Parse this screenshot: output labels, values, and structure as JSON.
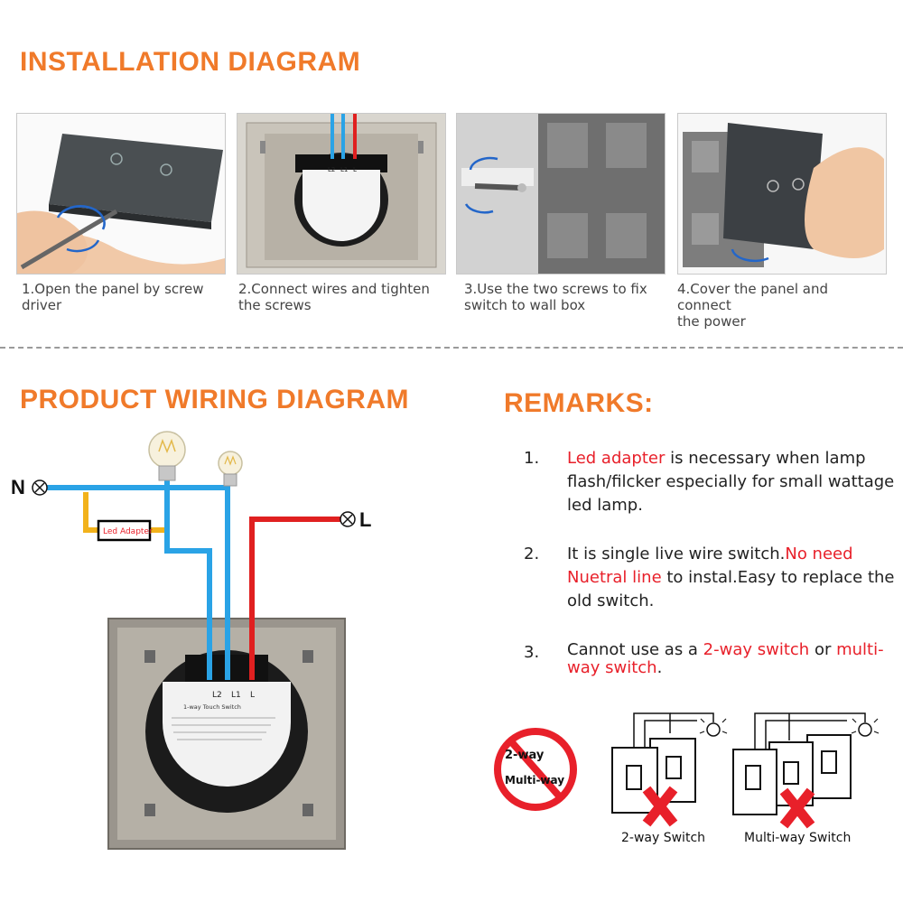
{
  "installation": {
    "title": "INSTALLATION DIAGRAM",
    "steps": [
      {
        "caption": "1.Open the panel by screw\n  driver"
      },
      {
        "caption": "2.Connect wires and tighten\n   the screws"
      },
      {
        "caption": "3.Use the two screws to fix\n   switch to wall box"
      },
      {
        "caption": "4.Cover the panel and connect\n   the power"
      }
    ],
    "terminal_labels": [
      "L2",
      "L1",
      "L"
    ]
  },
  "wiring": {
    "title": "PRODUCT WIRING DIAGRAM",
    "neutral": "N",
    "live": "L",
    "adapter_label": "Led Adapter",
    "terminals": [
      "L2",
      "L1",
      "L"
    ],
    "switch_label": "1-way Touch Switch",
    "wire_colors": {
      "blue": "#2aa3e6",
      "red": "#e02020",
      "yellow": "#f2b21b"
    }
  },
  "remarks": {
    "title": "REMARKS:",
    "items": [
      {
        "num": "1.",
        "red": "Led adapter",
        "text": " is necessary when lamp flash/filcker especially for small wattage led lamp."
      },
      {
        "num": "2.",
        "pre": "It is single live wire switch.",
        "red": "No need Nuetral line",
        "post": " to instal.Easy to replace the old switch."
      },
      {
        "num": "3.",
        "pre": "Cannot use as a ",
        "red1": "2-way switch",
        "mid": " or ",
        "red2": "multi-way switch",
        "post": "."
      }
    ],
    "no_sign": {
      "line1": "2-way",
      "line2": "Multi-way"
    },
    "two_way_label": "2-way Switch",
    "multi_way_label": "Multi-way Switch"
  },
  "colors": {
    "accent": "#f07a2a",
    "highlight": "#e8202a"
  }
}
